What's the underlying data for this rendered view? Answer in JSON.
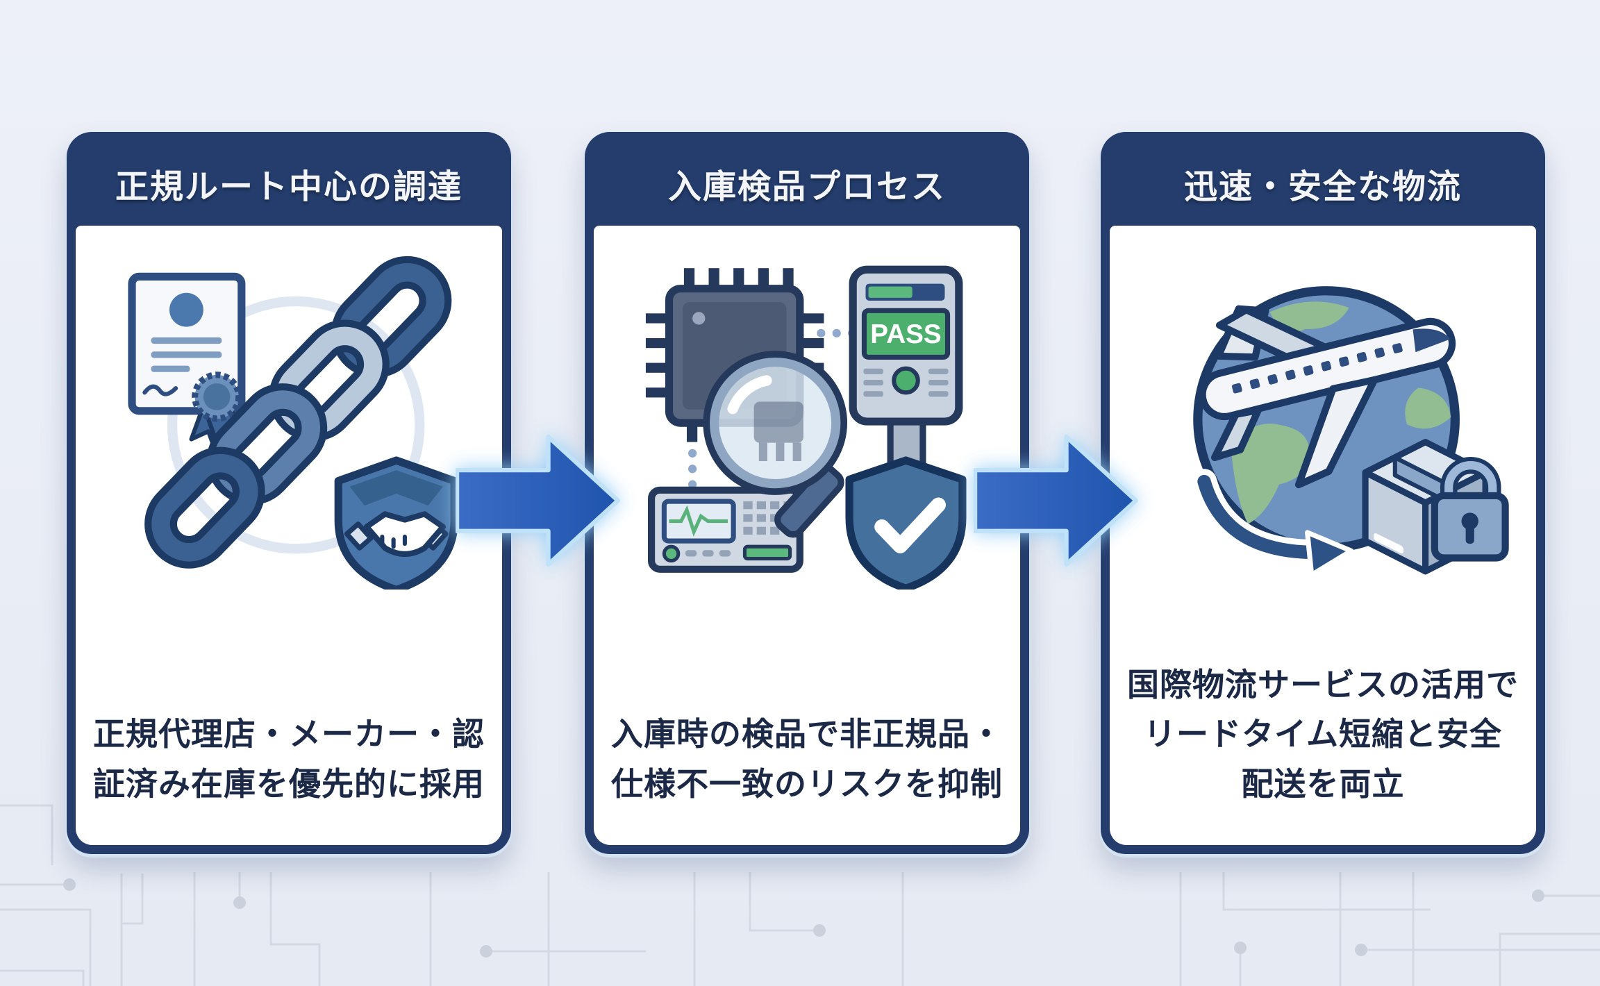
{
  "diagram": {
    "type": "three-step-process-flow",
    "background_color": "#e9edf5",
    "colors": {
      "card_frame_navy": "#243d6d",
      "card_body_white": "#ffffff",
      "title_text": "#f3f5f8",
      "body_text": "#1b2947",
      "arrow_blue": "#2c5cb4",
      "arrow_glow": "#bfe2f8",
      "pass_green": "#4daf6e",
      "circuit_trace_gray": "#d0d6e1"
    },
    "cards": [
      {
        "title": "正規ルート中心の調達",
        "body": "正規代理店・メーカー・認\n証済み在庫を優先的に採用",
        "icon": "certificate-chain-shield-handshake-illustration"
      },
      {
        "title": "入庫検品プロセス",
        "body": "入庫時の検品で非正規品・\n仕様不一致のリスクを抑制",
        "icon": "chip-magnifier-pass-tester-shield-illustration",
        "tester_screen_label": "PASS"
      },
      {
        "title": "迅速・安全な物流",
        "body": "国際物流サービスの活用で\nリードタイム短縮と安全\n配送を両立",
        "icon": "globe-airplane-package-lock-illustration"
      }
    ],
    "arrows": [
      {
        "direction": "right",
        "from": "card-1",
        "to": "card-2"
      },
      {
        "direction": "right",
        "from": "card-2",
        "to": "card-3"
      }
    ]
  }
}
